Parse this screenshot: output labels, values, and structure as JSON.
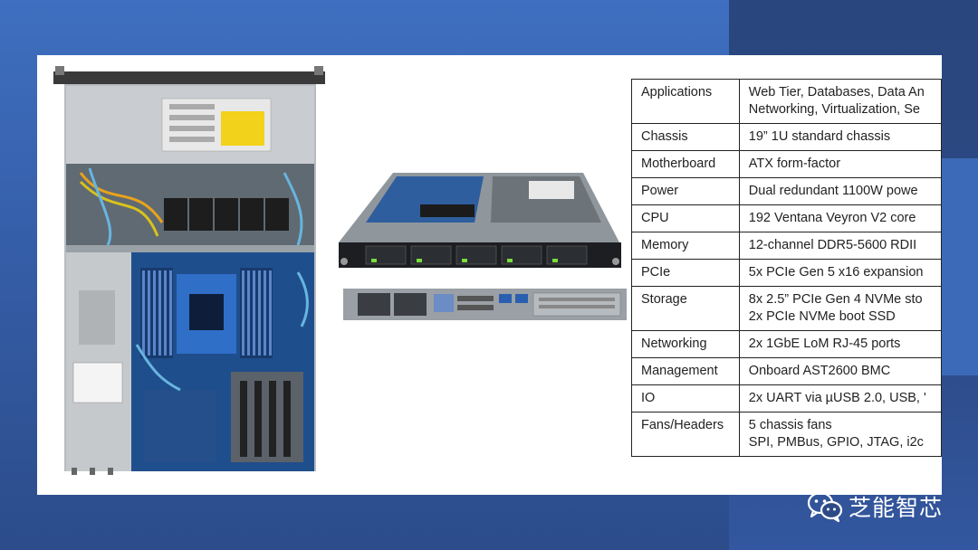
{
  "spec_rows": [
    {
      "label": "Applications",
      "lines": [
        "Web Tier, Databases, Data An",
        "Networking, Virtualization, Se"
      ]
    },
    {
      "label": "Chassis",
      "lines": [
        "19” 1U standard chassis"
      ]
    },
    {
      "label": "Motherboard",
      "lines": [
        "ATX form-factor"
      ]
    },
    {
      "label": "Power",
      "lines": [
        "Dual redundant 1100W powe"
      ]
    },
    {
      "label": "CPU",
      "lines": [
        "192 Ventana Veyron V2 core"
      ]
    },
    {
      "label": "Memory",
      "lines": [
        "12-channel DDR5-5600 RDII"
      ]
    },
    {
      "label": "PCIe",
      "lines": [
        "5x PCIe Gen 5 x16 expansion"
      ]
    },
    {
      "label": "Storage",
      "lines": [
        "8x 2.5” PCIe Gen 4 NVMe sto",
        "2x PCIe NVMe boot SSD"
      ]
    },
    {
      "label": "Networking",
      "lines": [
        "2x 1GbE LoM RJ-45 ports"
      ]
    },
    {
      "label": "Management",
      "lines": [
        "Onboard AST2600 BMC"
      ]
    },
    {
      "label": "IO",
      "lines": [
        "2x UART via µUSB 2.0, USB, '"
      ]
    },
    {
      "label": "Fans/Headers",
      "lines": [
        "5 chassis fans",
        "SPI, PMBus, GPIO, JTAG, i2c"
      ]
    }
  ],
  "watermark": {
    "text": "芝能智芯",
    "icon": "wechat-icon"
  },
  "colors": {
    "background": "#3a64b0",
    "slide": "#ffffff",
    "table_border": "#222222"
  }
}
